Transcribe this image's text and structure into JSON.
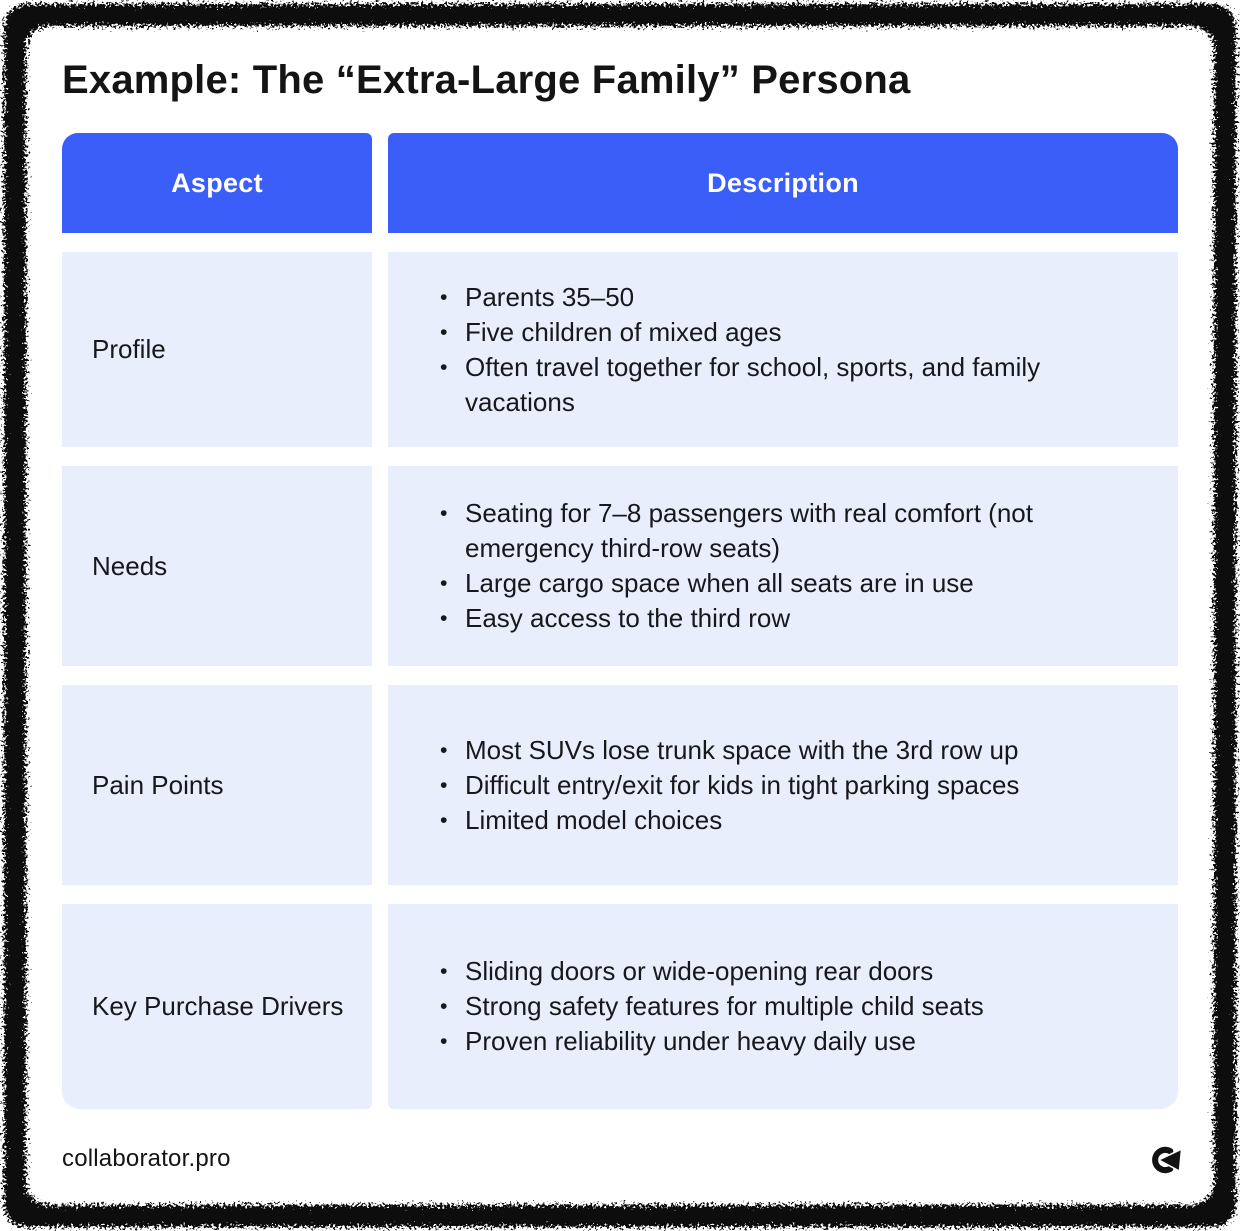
{
  "page": {
    "title": "Example: The “Extra-Large Family” Persona",
    "footer": {
      "site": "collaborator.pro",
      "logo_icon": "collaborator-logo-icon"
    },
    "colors": {
      "header_bg": "#3B5EF8",
      "header_text": "#FFFFFF",
      "row_bg": "#E9EEFC",
      "text": "#17181C",
      "card_bg": "#FFFFFF",
      "frame": "#0B0B0C"
    }
  },
  "table": {
    "columns": [
      "Aspect",
      "Description"
    ],
    "rows": [
      {
        "aspect": "Profile",
        "bullets": [
          "Parents 35–50",
          "Five children of mixed ages",
          "Often travel together for school, sports, and family vacations"
        ]
      },
      {
        "aspect": "Needs",
        "bullets": [
          "Seating for 7–8 passengers with real comfort (not emergency third-row seats)",
          "Large cargo space when all seats are in use",
          "Easy access to the third row"
        ]
      },
      {
        "aspect": "Pain Points",
        "bullets": [
          "Most SUVs lose trunk space with the 3rd row up",
          "Difficult entry/exit for kids in tight parking spaces",
          "Limited model choices"
        ]
      },
      {
        "aspect": "Key Purchase Drivers",
        "bullets": [
          "Sliding doors or wide-opening rear doors",
          "Strong safety features for multiple child seats",
          "Proven reliability under heavy daily use"
        ]
      }
    ]
  }
}
